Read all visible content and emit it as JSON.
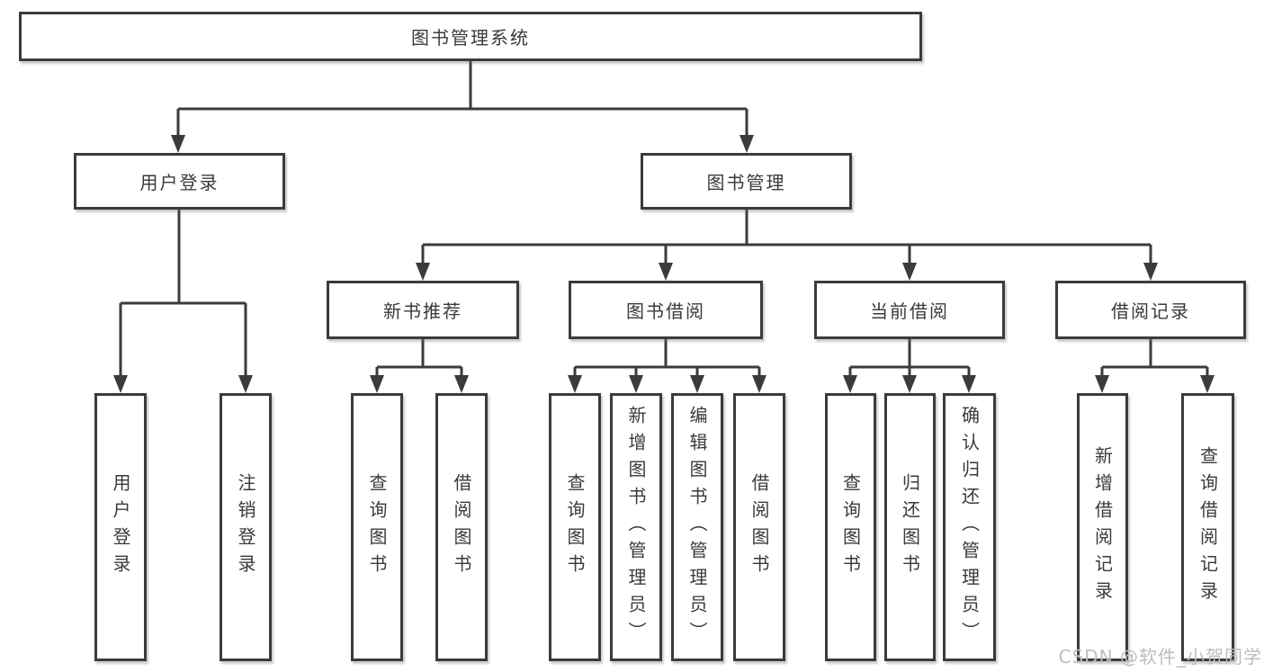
{
  "diagram": {
    "root": "图书管理系统",
    "level2": [
      "用户登录",
      "图书管理"
    ],
    "level3": [
      "新书推荐",
      "图书借阅",
      "当前借阅",
      "借阅记录"
    ],
    "leaves": {
      "user_login": [
        "用户登录",
        "注销登录"
      ],
      "new_book": [
        "查询图书",
        "借阅图书"
      ],
      "book_borrow": [
        "查询图书",
        "新增图书（管理员）",
        "编辑图书（管理员）",
        "借阅图书"
      ],
      "current_borrow": [
        "查询图书",
        "归还图书",
        "确认归还（管理员）"
      ],
      "borrow_record": [
        "新增借阅记录",
        "查询借阅记录"
      ]
    }
  },
  "watermark": "CSDN @软件_小贺同学",
  "colors": {
    "line": "#3b3b3b",
    "text": "#3a3a3a",
    "box_background": "#ffffff",
    "watermark": "#bdbdbd",
    "background": "#ffffff"
  }
}
